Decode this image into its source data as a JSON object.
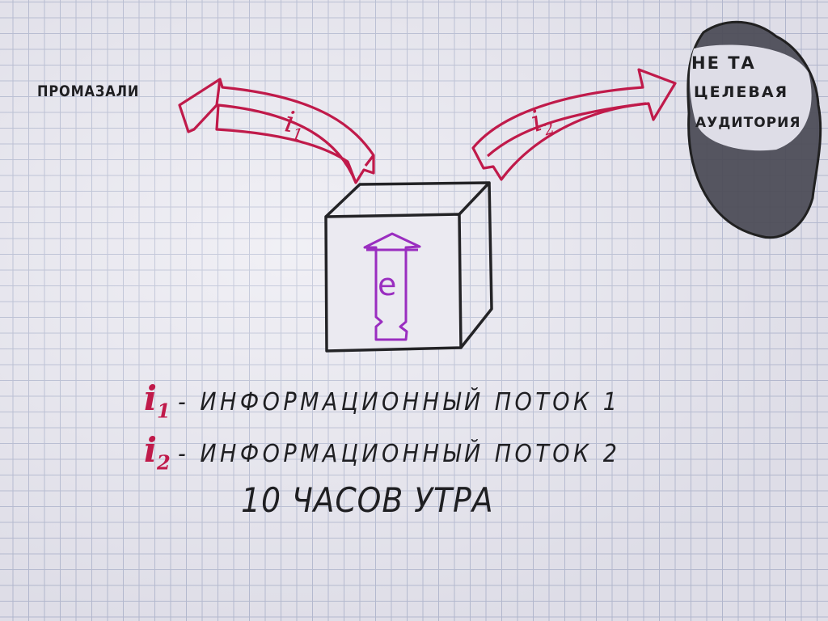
{
  "labels": {
    "missed": "ПРОМАЗАЛИ",
    "cloud_line1": "НЕ ТА",
    "cloud_line2": "ЦЕЛЕВАЯ",
    "cloud_line3": "АУДИТОРИЯ"
  },
  "arrows": {
    "left": {
      "symbol": "i",
      "subscript": "1"
    },
    "right": {
      "symbol": "i",
      "subscript": "2"
    },
    "box": {
      "letter": "e"
    }
  },
  "legend": [
    {
      "symbol": "i",
      "subscript": "1",
      "text": "- ИНФОРМАЦИОННЫЙ ПОТОК 1"
    },
    {
      "symbol": "i",
      "subscript": "2",
      "text": "- ИНФОРМАЦИОННЫЙ ПОТОК 2"
    }
  ],
  "time_note": "10 ЧАСОВ УТРА",
  "colors": {
    "ink": "#1f1f22",
    "arrow": "#c01a4a",
    "box_arrow": "#9a2ec0"
  }
}
